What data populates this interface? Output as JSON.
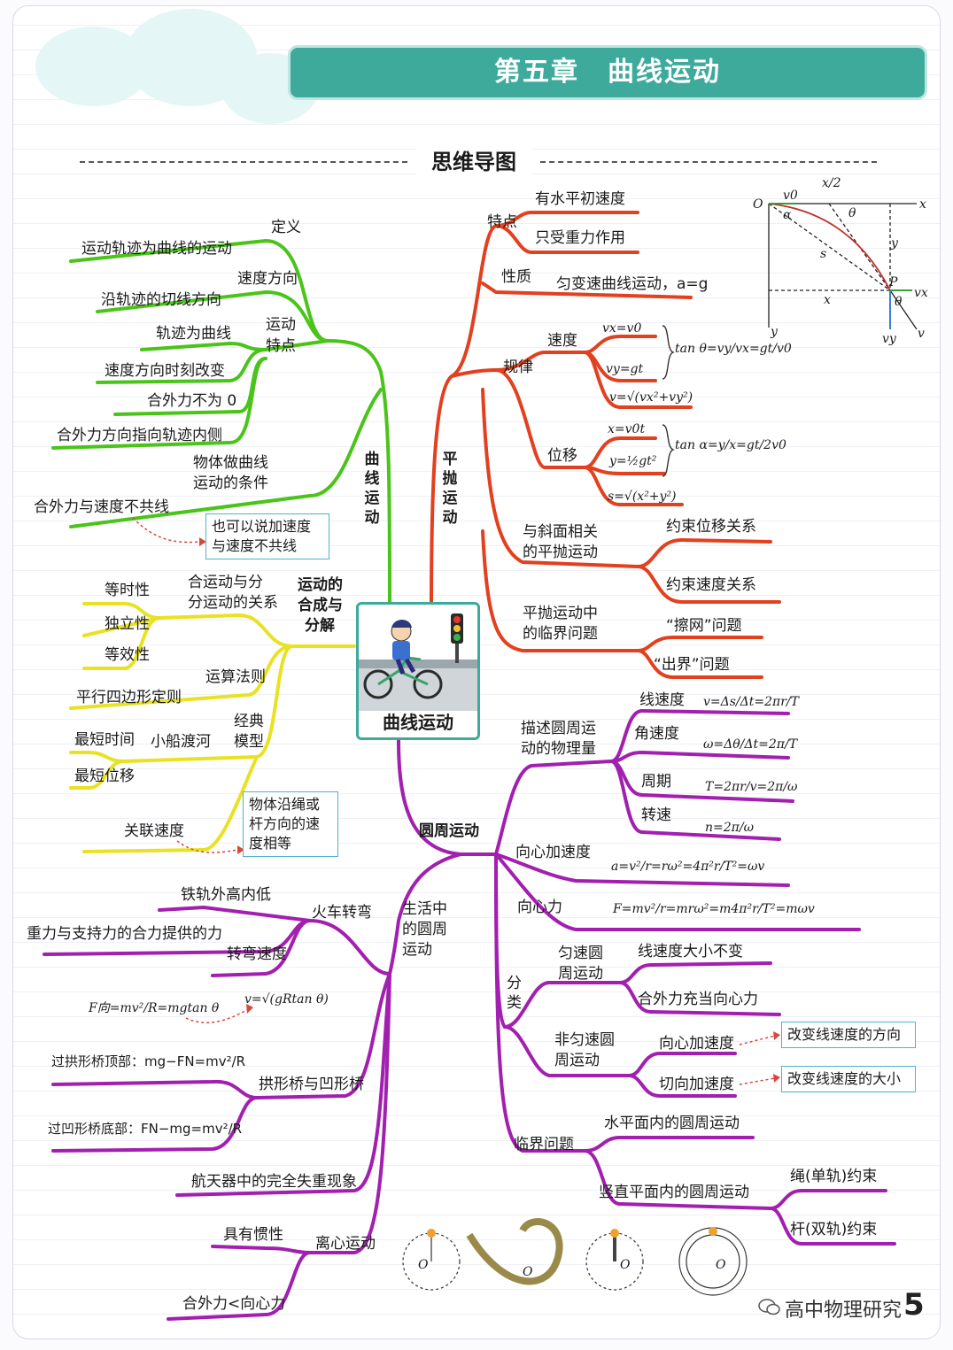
{
  "header": {
    "chapter_title": "第五章　曲线运动",
    "section_title": "思维导图"
  },
  "center": {
    "label": "曲线运动"
  },
  "branches": {
    "curve": {
      "title": "曲线运动"
    },
    "projectile": {
      "title": "平抛运动"
    },
    "circular": {
      "title": "圆周运动"
    },
    "life": {
      "title": "生活中的圆周运动"
    },
    "compose": {
      "title": "运动的合成与分解"
    }
  },
  "curve_nodes": {
    "definition": "定义",
    "def_detail": "运动轨迹为曲线的运动",
    "vel_dir": "速度方向",
    "vel_dir_detail": "沿轨迹的切线方向",
    "features_1": "运动",
    "features_2": "特点",
    "feat_track": "轨迹为曲线",
    "feat_vel": "速度方向时刻改变",
    "feat_force": "合外力不为 0",
    "feat_force_dir": "合外力方向指向轨迹内侧",
    "cond_1": "物体做曲线",
    "cond_2": "运动的条件",
    "cond_detail": "合外力与速度不共线",
    "cond_note_1": "也可以说加速度",
    "cond_note_2": "与速度不共线"
  },
  "compose_nodes": {
    "title_1": "运动的",
    "title_2": "合成与",
    "title_3": "分解",
    "relation_1": "合运动与分",
    "relation_2": "分运动的关系",
    "equal_time": "等时性",
    "independent": "独立性",
    "equivalent": "等效性",
    "rule": "运算法则",
    "parallelogram": "平行四边形定则",
    "models_1": "经典",
    "models_2": "模型",
    "boat": "小船渡河",
    "shortest_time": "最短时间",
    "shortest_disp": "最短位移",
    "linked_vel": "关联速度",
    "linked_note_1": "物体沿绳或",
    "linked_note_2": "杆方向的速",
    "linked_note_3": "度相等"
  },
  "projectile_nodes": {
    "features": "特点",
    "f_h_vel": "有水平初速度",
    "f_gravity": "只受重力作用",
    "nature": "性质",
    "nature_detail": "匀变速曲线运动，a=g",
    "law": "规律",
    "velocity": "速度",
    "displacement": "位移",
    "vx": "vx=v0",
    "vy": "vy=gt",
    "v": "v=√(vx²+vy²)",
    "tan_theta": "tan θ=vy/vx=gt/v0",
    "x": "x=v0t",
    "y": "y=½gt²",
    "s": "s=√(x²+y²)",
    "tan_alpha": "tan α=y/x=gt/2v0",
    "slope_1": "与斜面相关",
    "slope_2": "的平抛运动",
    "slope_disp": "约束位移关系",
    "slope_vel": "约束速度关系",
    "critical_1": "平抛运动中",
    "critical_2": "的临界问题",
    "graze": "“擦网”问题",
    "out": "“出界”问题"
  },
  "diagram_labels": {
    "origin": "O",
    "v0": "v0",
    "half_x": "x/2",
    "theta": "θ",
    "alpha": "α",
    "y_len": "y",
    "s_len": "s",
    "point": "P",
    "vx_p": "vx",
    "x_len": "x",
    "x_axis": "x",
    "y_axis": "y",
    "vy_p": "vy",
    "v_p": "v",
    "theta_p": "θ"
  },
  "circular_nodes": {
    "describe_1": "描述圆周运",
    "describe_2": "动的物理量",
    "linear_vel": "线速度",
    "linear_formula": "v=Δs/Δt=2πr/T",
    "angular_vel": "角速度",
    "angular_formula": "ω=Δθ/Δt=2π/T",
    "period": "周期",
    "period_formula": "T=2πr/v=2π/ω",
    "rev_speed": "转速",
    "rev_formula": "n=2π/ω",
    "centripetal_acc": "向心加速度",
    "acc_formula": "a=v²/r=rω²=4π²r/T²=ωv",
    "centripetal_force": "向心力",
    "force_formula": "F=mv²/r=mrω²=m4π²r/T²=mωv",
    "class_1": "分",
    "class_2": "类",
    "uniform_1": "匀速圆",
    "uniform_2": "周运动",
    "u_speed": "线速度大小不变",
    "u_force": "合外力充当向心力",
    "nonuniform_1": "非匀速圆",
    "nonuniform_2": "周运动",
    "n_centripetal": "向心加速度",
    "n_tangential": "切向加速度",
    "n_centripetal_note": "改变线速度的方向",
    "n_tangential_note": "改变线速度的大小",
    "critical": "临界问题",
    "horizontal": "水平面内的圆周运动",
    "vertical": "竖直平面内的圆周运动",
    "rope": "绳(单轨)约束",
    "rod": "杆(双轨)约束"
  },
  "life_nodes": {
    "title_1": "生活中",
    "title_2": "的圆周",
    "title_3": "运动",
    "train": "火车转弯",
    "rail": "铁轨外高内低",
    "gravity_support": "重力与支持力的合力提供的力",
    "turn_speed": "转弯速度",
    "train_formula": "F向=mv²/R=mgtan θ",
    "train_speed_formula": "v=√(gRtan θ)",
    "bridge": "拱形桥与凹形桥",
    "arch_top": "过拱形桥顶部：mg−FN=mv²/R",
    "concave_bottom": "过凹形桥底部：FN−mg=mv²/R",
    "weightless": "航天器中的完全失重现象",
    "centrifugal": "离心运动",
    "inertia": "具有惯性",
    "force_less": "合外力<向心力",
    "circle_label": "O"
  },
  "footer": {
    "watermark": "高中物理研究",
    "page_number": "5"
  },
  "colors": {
    "curve": "#4ac41a",
    "compose": "#e8e222",
    "projectile": "#e2401e",
    "circular": "#a21fb0",
    "header": "#3daa9c",
    "note_border": "#4fb3c8"
  }
}
